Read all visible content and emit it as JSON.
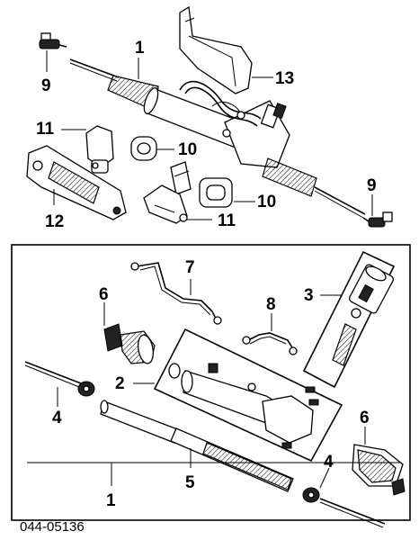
{
  "callouts": {
    "c1_top": "1",
    "c13": "13",
    "c9_left": "9",
    "c11_top": "11",
    "c10_top": "10",
    "c12": "12",
    "c9_right": "9",
    "c10_bottom": "10",
    "c11_bottom": "11",
    "c7": "7",
    "c6_left": "6",
    "c8": "8",
    "c3": "3",
    "c2": "2",
    "c4_left": "4",
    "c6_right": "6",
    "c5": "5",
    "c4_right": "4",
    "c1_bottom": "1"
  },
  "diagram_code": "044-05136"
}
